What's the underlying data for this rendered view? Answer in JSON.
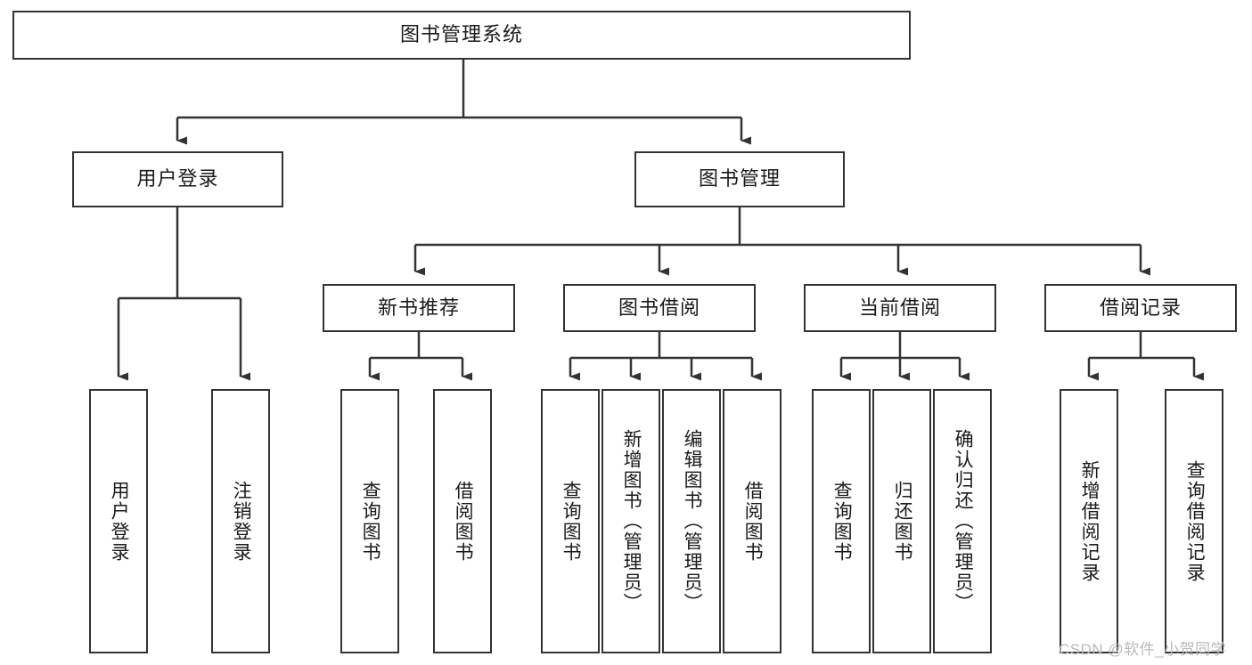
{
  "diagram": {
    "title": "图书管理系统",
    "type": "tree-hierarchy-chart",
    "colors": {
      "box_border": "#333333",
      "box_fill": "#ffffff",
      "line": "#333333",
      "text": "#1a1a1a",
      "watermark": "#b9b9b9",
      "background": "#ffffff"
    },
    "root": {
      "label": "图书管理系统"
    },
    "level1": [
      {
        "id": "user-login",
        "label": "用户登录"
      },
      {
        "id": "book-manage",
        "label": "图书管理"
      }
    ],
    "level2": [
      {
        "id": "new-book-recommend",
        "label": "新书推荐"
      },
      {
        "id": "book-borrow",
        "label": "图书借阅"
      },
      {
        "id": "current-borrow",
        "label": "当前借阅"
      },
      {
        "id": "borrow-record",
        "label": "借阅记录"
      }
    ],
    "leaves": {
      "user_login": [
        {
          "id": "leaf-user-login",
          "label": "用户登录"
        },
        {
          "id": "leaf-logout-login",
          "label": "注销登录"
        }
      ],
      "new_book_recommend": [
        {
          "id": "leaf-query-book-1",
          "label": "查询图书"
        },
        {
          "id": "leaf-borrow-book-1",
          "label": "借阅图书"
        }
      ],
      "book_borrow": [
        {
          "id": "leaf-query-book-2",
          "label": "查询图书"
        },
        {
          "id": "leaf-add-book",
          "label": "新增图书（管理员）"
        },
        {
          "id": "leaf-edit-book",
          "label": "编辑图书（管理员）"
        },
        {
          "id": "leaf-borrow-book-2",
          "label": "借阅图书"
        }
      ],
      "current_borrow": [
        {
          "id": "leaf-query-book-3",
          "label": "查询图书"
        },
        {
          "id": "leaf-return-book",
          "label": "归还图书"
        },
        {
          "id": "leaf-confirm-return",
          "label": "确认归还（管理员）"
        }
      ],
      "borrow_record": [
        {
          "id": "leaf-add-record",
          "label": "新增借阅记录"
        },
        {
          "id": "leaf-query-record",
          "label": "查询借阅记录"
        }
      ]
    },
    "watermark": "CSDN @软件_小贺同学"
  }
}
